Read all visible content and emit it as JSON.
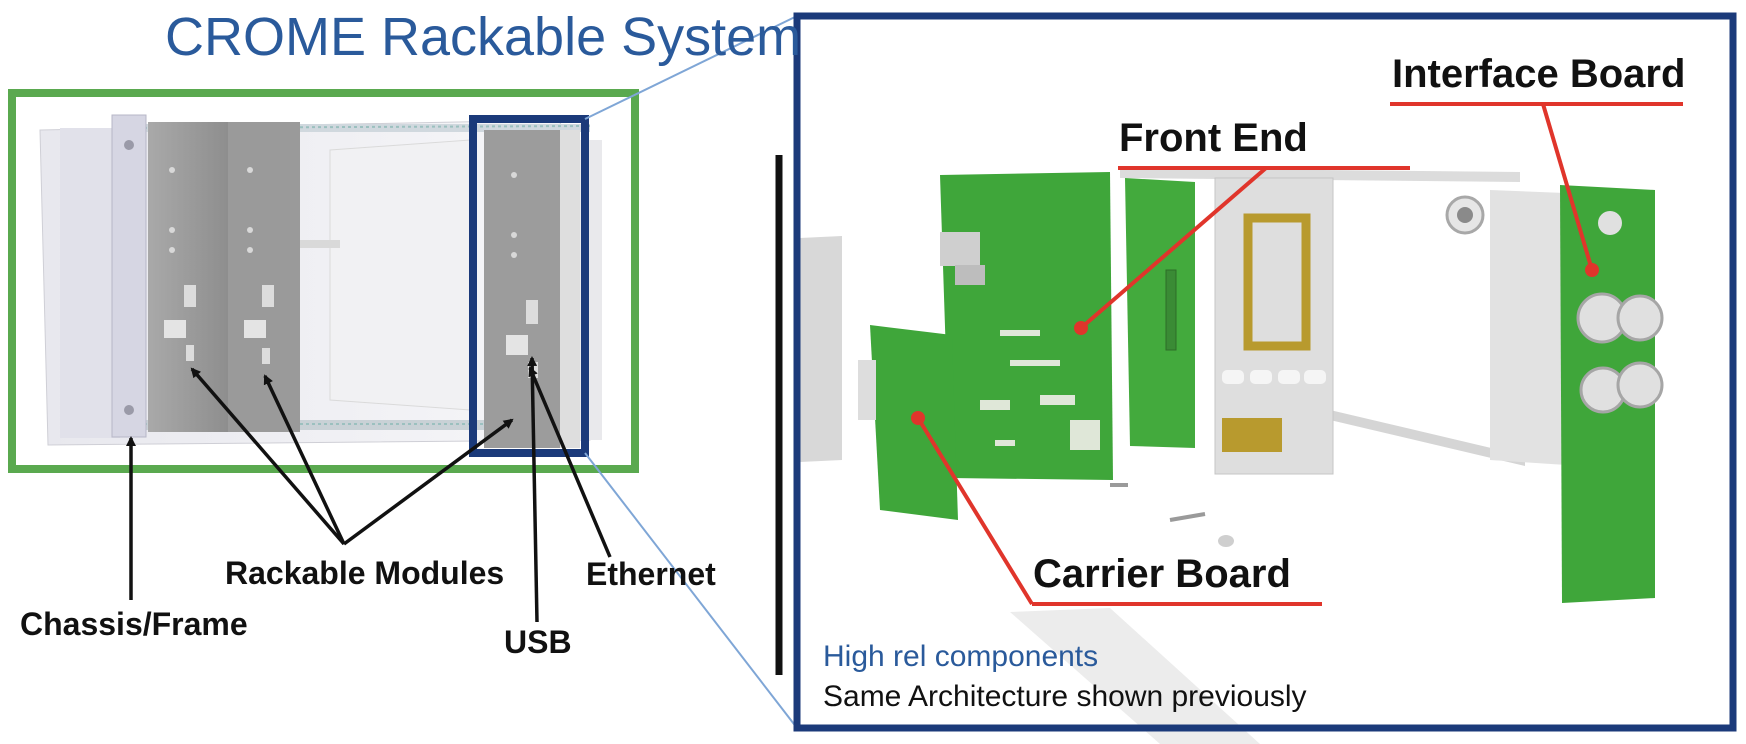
{
  "title": "CROME Rackable System",
  "left": {
    "labels": {
      "chassis": "Chassis/Frame",
      "modules": "Rackable Modules",
      "usb": "USB",
      "ethernet": "Ethernet"
    }
  },
  "right": {
    "labels": {
      "interface": "Interface Board",
      "front_end": "Front End",
      "carrier": "Carrier Board"
    },
    "notes": {
      "line1": "High rel components",
      "line2": "Same Architecture shown previously"
    }
  },
  "colors": {
    "title": "#2a5a9b",
    "green_frame": "#5aa94f",
    "navy_frame": "#1b3a7a",
    "pcb_green": "#3fa63a",
    "callout_red": "#e0352b",
    "zoom_line": "#7fa6d6"
  }
}
